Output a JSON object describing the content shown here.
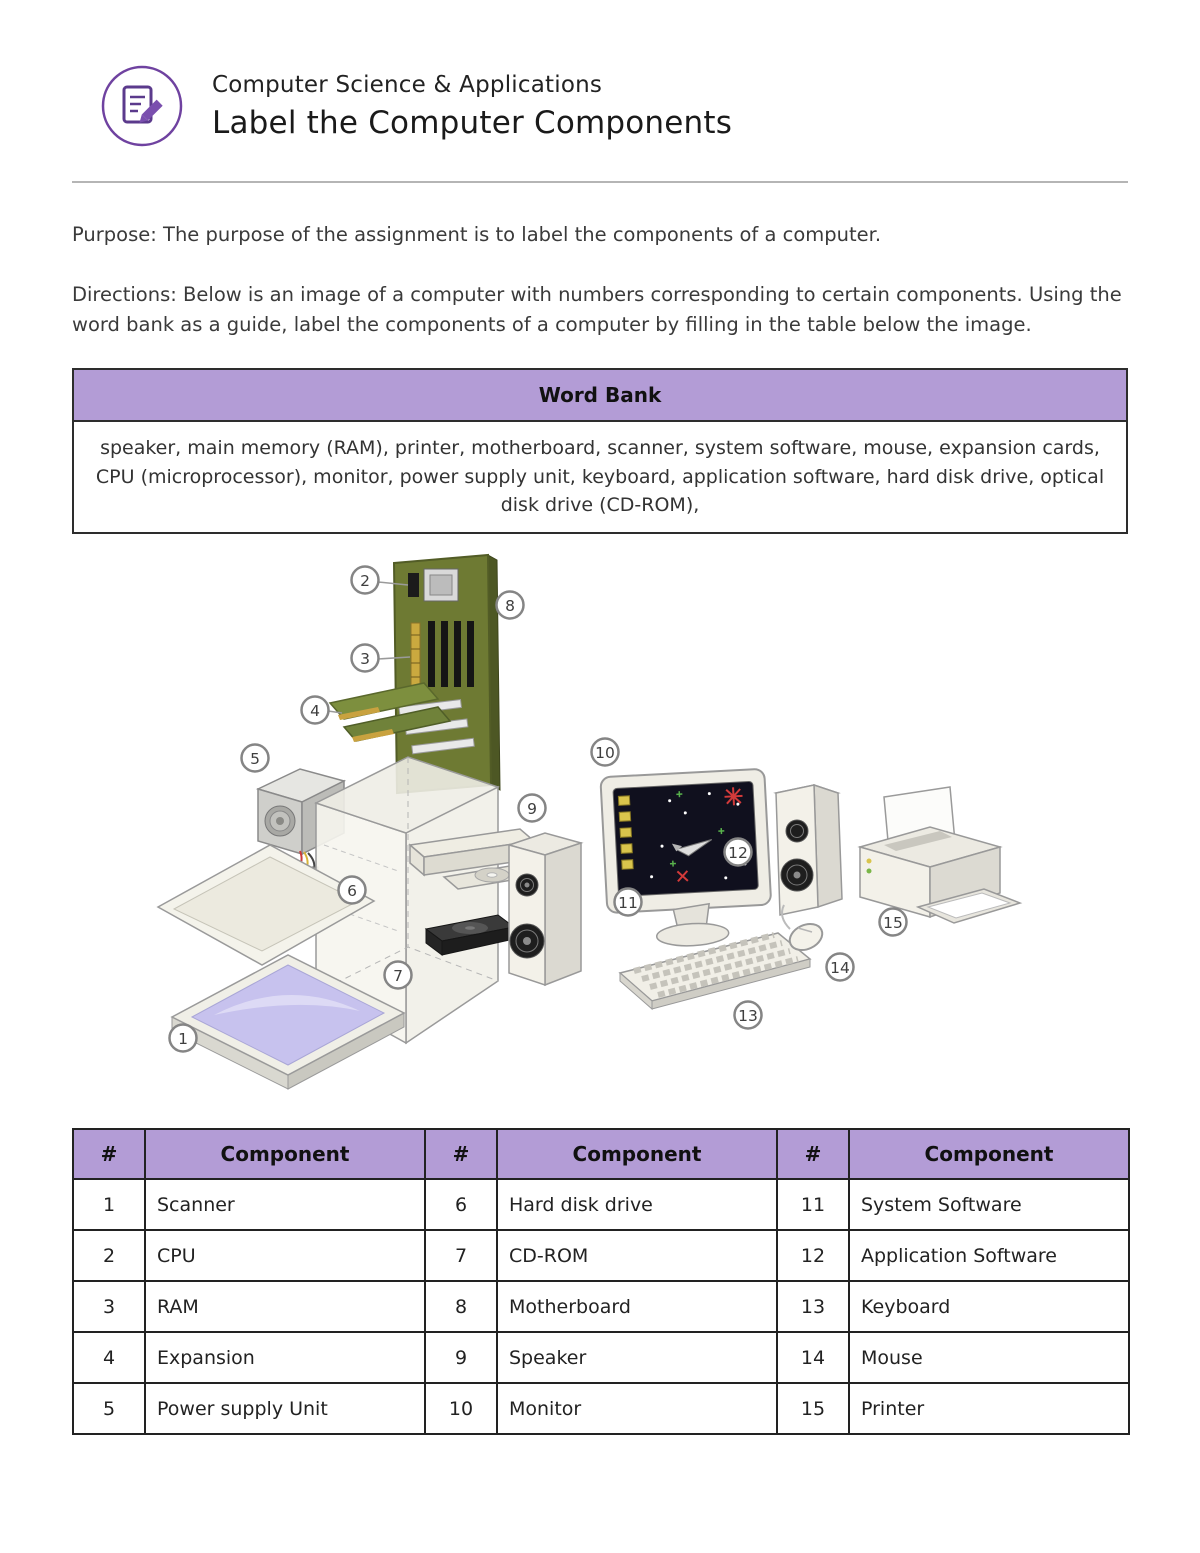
{
  "header": {
    "course": "Computer Science & Applications",
    "title": "Label the Computer Components"
  },
  "intro": {
    "purpose_label": "Purpose:",
    "purpose_text": " The purpose of the assignment is to label the components of a computer.",
    "directions_label": "Directions:",
    "directions_text": " Below is an image of a computer with numbers corresponding to certain components.  Using the word bank as a guide, label the components of a computer by filling in the table below the image."
  },
  "word_bank": {
    "title": "Word Bank",
    "items": "speaker, main memory (RAM), printer, motherboard, scanner, system software, mouse, expansion cards, CPU (microprocessor), monitor, power supply unit, keyboard, application software, hard disk drive, optical disk drive (CD-ROM),"
  },
  "diagram": {
    "callouts": [
      "1",
      "2",
      "3",
      "4",
      "5",
      "6",
      "7",
      "8",
      "9",
      "10",
      "11",
      "12",
      "13",
      "14",
      "15"
    ]
  },
  "answer_table": {
    "headers": [
      "#",
      "Component",
      "#",
      "Component",
      "#",
      "Component"
    ],
    "rows": [
      [
        "1",
        "Scanner",
        "6",
        "Hard disk drive",
        "11",
        "System Software"
      ],
      [
        "2",
        "CPU",
        "7",
        "CD-ROM",
        "12",
        "Application Software"
      ],
      [
        "3",
        "RAM",
        "8",
        "Motherboard",
        "13",
        "Keyboard"
      ],
      [
        "4",
        "Expansion",
        "9",
        "Speaker",
        "14",
        "Mouse"
      ],
      [
        "5",
        "Power supply Unit",
        "10",
        "Monitor",
        "15",
        "Printer"
      ]
    ]
  },
  "colors": {
    "accent_purple": "#b39cd6",
    "icon_purple": "#6f42a0",
    "table_border": "#222222",
    "motherboard_green": "#6e7a33",
    "scanner_glass": "#c7c2ee"
  }
}
